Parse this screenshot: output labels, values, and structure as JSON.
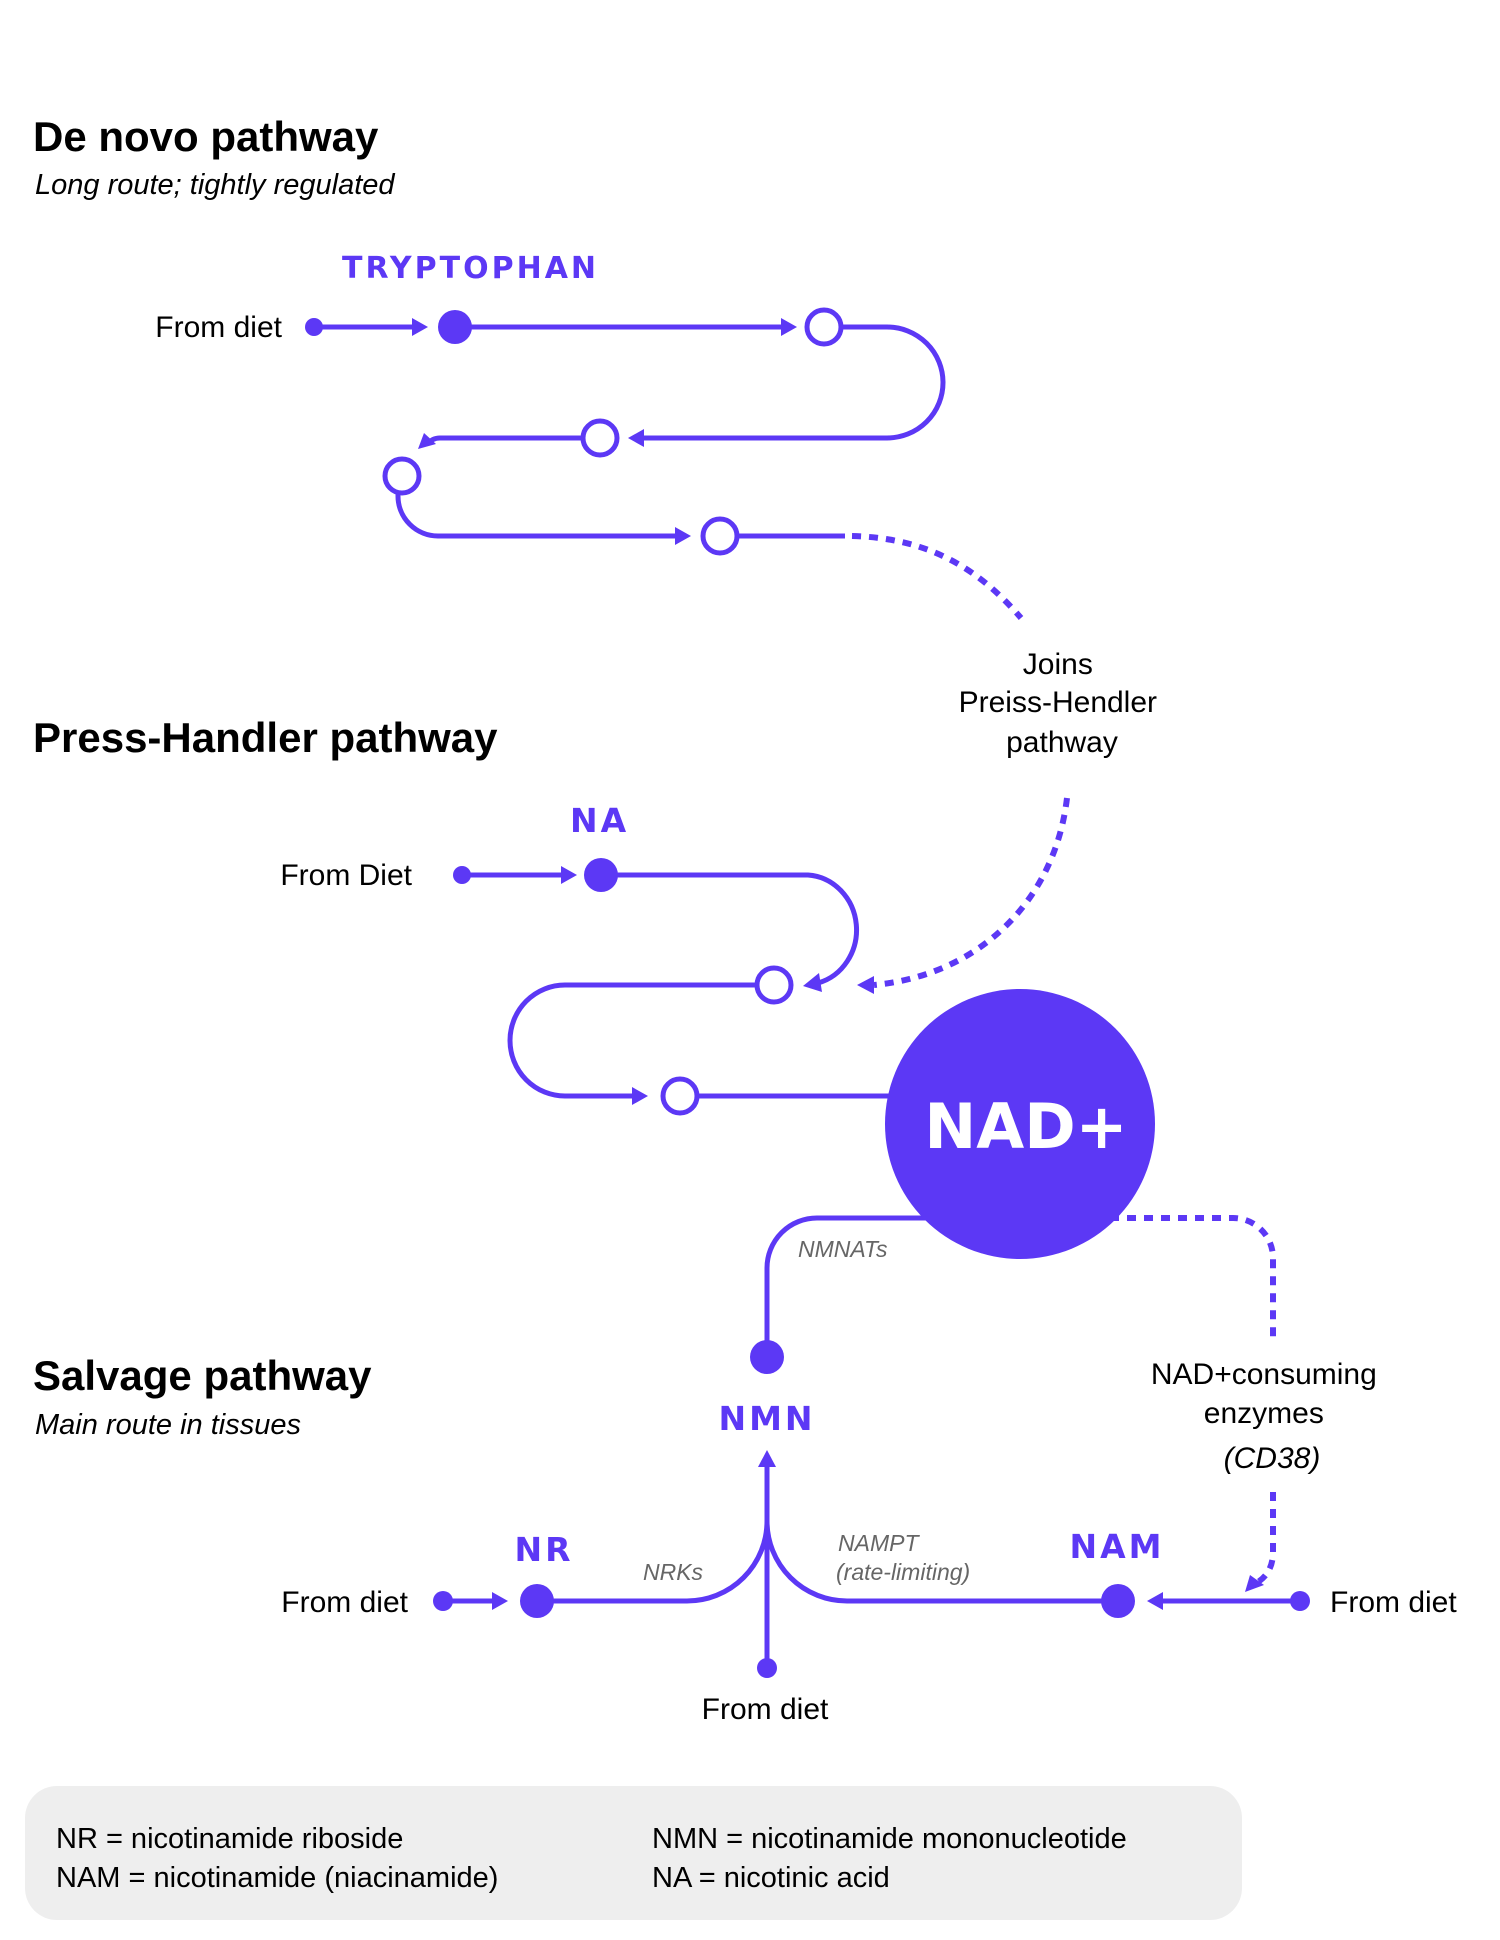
{
  "colors": {
    "accent": "#5c38f5",
    "enzyme_text": "#666666",
    "legend_bg": "#eeeeee",
    "text": "#000000"
  },
  "sections": {
    "de_novo": {
      "title": "De novo pathway",
      "subtitle": "Long route; tightly regulated",
      "start_label": "TRYPTOPHAN",
      "source": "From diet",
      "join_note": [
        "Joins",
        "Preiss-Hendler",
        "pathway"
      ]
    },
    "preiss_handler": {
      "title": "Press-Handler pathway",
      "start_label": "NA",
      "source": "From Diet"
    },
    "salvage": {
      "title": "Salvage pathway",
      "subtitle": "Main route in tissues",
      "nmn_label": "NMN",
      "nr_label": "NR",
      "nam_label": "NAM",
      "nr_source": "From diet",
      "nmn_source": "From diet",
      "nam_source": "From diet",
      "enzymes": {
        "nmnat": "NMNATs",
        "nrk": "NRKs",
        "nampt": "NAMPT",
        "nampt_note": "(rate-limiting)"
      },
      "consumers": [
        "NAD+consuming",
        "enzymes",
        "(CD38)"
      ]
    }
  },
  "hub": {
    "label": "NAD+"
  },
  "legend": {
    "items": [
      "NR = nicotinamide riboside",
      "NAM = nicotinamide (niacinamide)",
      "NMN = nicotinamide mononucleotide",
      "NA = nicotinic acid"
    ]
  }
}
